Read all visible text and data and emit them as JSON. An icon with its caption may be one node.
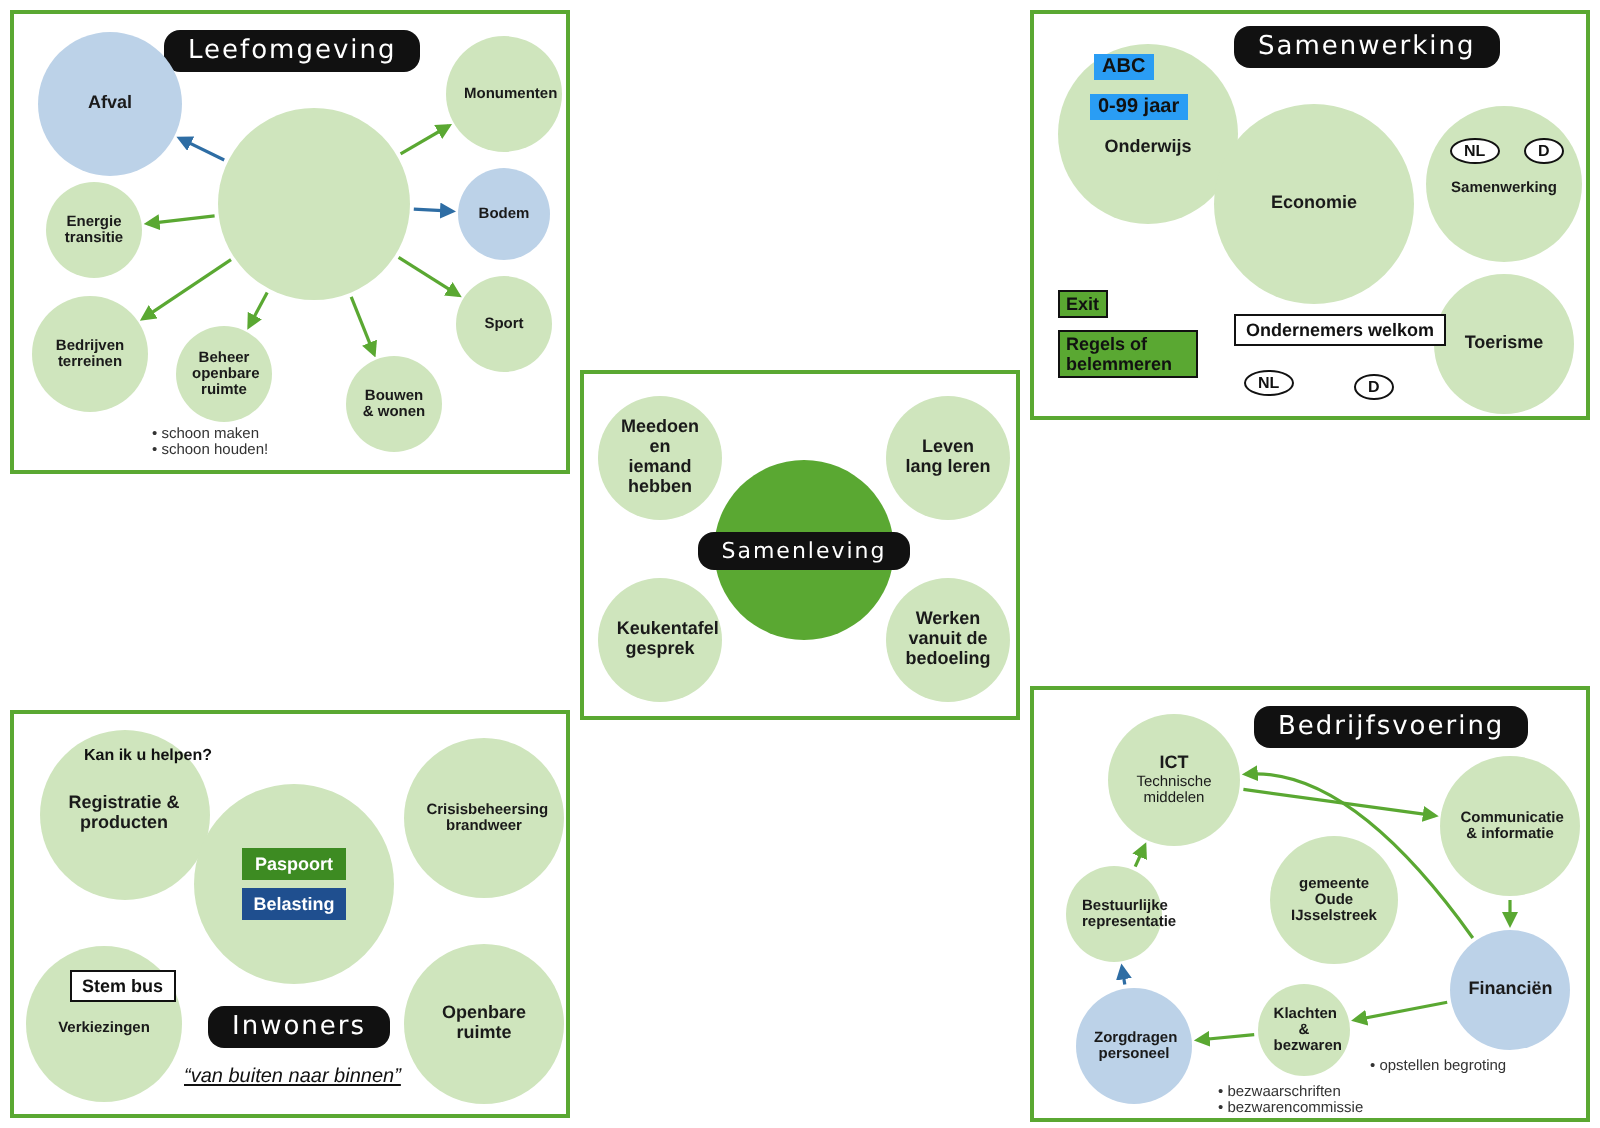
{
  "diagram": {
    "nodes": [
      {
        "text": [
          "Leefomgeving"
        ]
      },
      {
        "text": [],
        "shape": "circle",
        "in": 0
      },
      {
        "text": [
          "Afval"
        ],
        "in": 0
      },
      {
        "text": [
          "Energie transitie"
        ],
        "in": 0
      },
      {
        "text": [
          "Bedrijven terreinen"
        ],
        "in": 0
      },
      {
        "text": [
          "Beheer openbare ruimte"
        ],
        "beside": [
          "• schoon maken",
          "• schoon houden!"
        ],
        "in": 0
      },
      {
        "text": [
          "Monumenten"
        ],
        "in": 0
      },
      {
        "text": [
          "Bodem"
        ],
        "in": 0
      },
      {
        "text": [
          "Sport"
        ],
        "in": 0
      },
      {
        "text": [
          "Bouwen & wonen"
        ],
        "in": 0
      },
      {
        "text": [
          "Samenwerking"
        ]
      },
      {
        "text": [
          "Onderwijs"
        ],
        "in": 10
      },
      {
        "text": [
          "Economie"
        ],
        "in": 10
      },
      {
        "text": [
          "Samenwerking"
        ],
        "in": 10
      },
      {
        "text": [
          "Toerisme"
        ],
        "in": 10
      },
      {
        "text": [],
        "shape": "box"
      },
      {
        "text": [
          "Samenleving"
        ],
        "in": 15
      },
      {
        "text": [
          "Meedoen en iemand hebben"
        ],
        "in": 15
      },
      {
        "text": [
          "Leven lang leren"
        ],
        "in": 15
      },
      {
        "text": [
          "Keukentafel gesprek"
        ],
        "in": 15
      },
      {
        "text": [
          "Werken vanuit de bedoeling"
        ],
        "in": 15
      },
      {
        "text": [
          "Inwoners",
          "“van buiten naar binnen”"
        ]
      },
      {
        "text": [
          "Registratie & producten"
        ],
        "in": 21
      },
      {
        "text": [
          "Verkiezingen"
        ],
        "in": 21
      },
      {
        "text": [
          "Paspoort",
          "Belasting"
        ],
        "in": 21
      },
      {
        "text": [
          "Crisisbeheersing brandweer"
        ],
        "in": 21
      },
      {
        "text": [
          "Openbare ruimte"
        ],
        "in": 21
      },
      {
        "text": [
          "Bedrijfsvoering"
        ]
      },
      {
        "text": [
          "ICT",
          "Technische middelen"
        ],
        "in": 27
      },
      {
        "text": [
          "Communicatie & informatie"
        ],
        "in": 27
      },
      {
        "text": [
          "gemeente Oude IJsselstreek"
        ],
        "in": 27
      },
      {
        "text": [
          "Financiën"
        ],
        "beside": [
          "• opstellen begroting"
        ],
        "in": 27
      },
      {
        "text": [
          "Klachten & bezwaren"
        ],
        "beside": [
          "• bezwaarschriften",
          "• bezwarencommissie"
        ],
        "in": 27
      },
      {
        "text": [
          "Zorgdragen personeel"
        ],
        "in": 27
      },
      {
        "text": [
          "Bestuurlijke representatie"
        ],
        "in": 27
      }
    ],
    "edges": [
      {
        "from": 1,
        "to": 2,
        "arrow": "to",
        "color": "#2e6da4"
      },
      {
        "from": 1,
        "to": 3,
        "arrow": "to"
      },
      {
        "from": 1,
        "to": 4,
        "arrow": "to"
      },
      {
        "from": 1,
        "to": 5,
        "arrow": "to"
      },
      {
        "from": 1,
        "to": 6,
        "arrow": "to"
      },
      {
        "from": 1,
        "to": 7,
        "arrow": "to",
        "color": "#2e6da4"
      },
      {
        "from": 1,
        "to": 8,
        "arrow": "to"
      },
      {
        "from": 1,
        "to": 9,
        "arrow": "to"
      },
      {
        "from": 34,
        "to": 28,
        "arrow": "to"
      },
      {
        "from": 28,
        "to": 29,
        "arrow": "to"
      },
      {
        "from": 29,
        "to": 31,
        "arrow": "to"
      },
      {
        "from": 31,
        "to": 32,
        "arrow": "to"
      },
      {
        "from": 32,
        "to": 33,
        "arrow": "to"
      },
      {
        "from": 33,
        "to": 34,
        "arrow": "to",
        "color": "#2e6da4"
      },
      {
        "from": 31,
        "to": 28,
        "arrow": "to"
      }
    ],
    "labels": [
      "ABC",
      "0-99 jaar",
      "NL",
      "D",
      "Exit",
      "Regels of belemmeren",
      "Ondernemers welkom",
      "NL",
      "D",
      "Kan ik u helpen?",
      "Stem bus"
    ]
  }
}
